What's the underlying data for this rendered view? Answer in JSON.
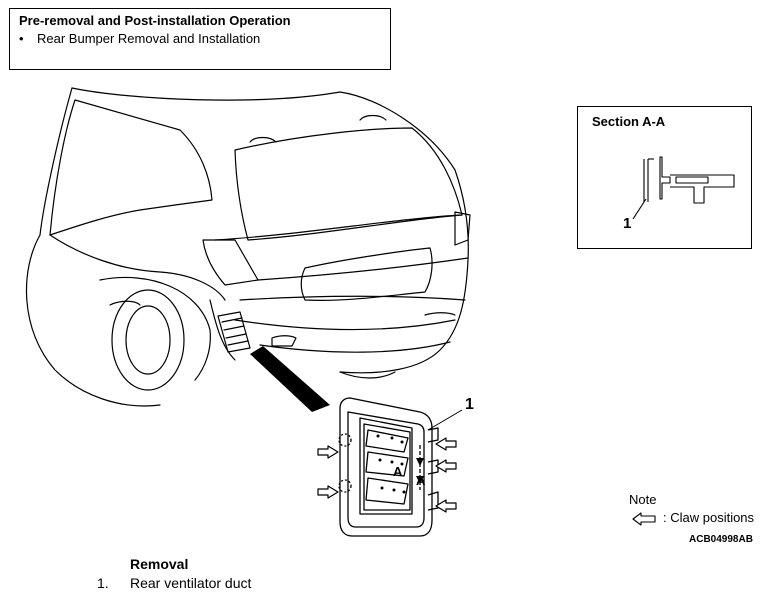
{
  "pre_box": {
    "title": "Pre-removal and Post-installation Operation",
    "bullet": "•",
    "item": "Rear Bumper Removal and Installation"
  },
  "section": {
    "title": "Section A-A",
    "part_number": "1"
  },
  "callouts": {
    "part_number": "1",
    "label_a_upper": "A",
    "label_a_lower": "A"
  },
  "note": {
    "title": "Note",
    "claw_legend": ": Claw positions",
    "legend_icon": "hollow-left-arrow-icon"
  },
  "code": "ACB04998AB",
  "removal": {
    "title": "Removal",
    "items": [
      {
        "num": "1.",
        "label": "Rear ventilator duct"
      }
    ]
  }
}
